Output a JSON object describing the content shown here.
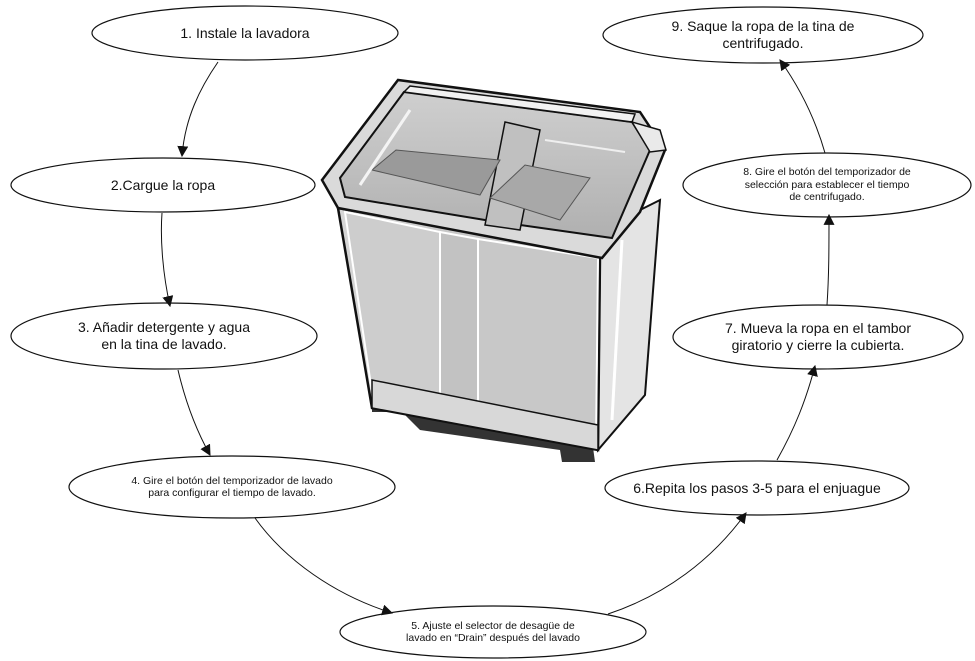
{
  "steps": [
    {
      "id": 1,
      "text": "1.  Instale la lavadora"
    },
    {
      "id": 2,
      "text": "2.Cargue la ropa"
    },
    {
      "id": 3,
      "text": "3. Añadir detergente y agua\nen la tina de lavado."
    },
    {
      "id": 4,
      "text": "4. Gire el botón del temporizador de lavado\npara configurar el tiempo de lavado."
    },
    {
      "id": 5,
      "text": "5. Ajuste el selector de desagüe de\nlavado en “Drain” después del lavado"
    },
    {
      "id": 6,
      "text": "6.Repita los pasos 3-5 para el enjuague"
    },
    {
      "id": 7,
      "text": "7. Mueva la ropa en el tambor\ngiratorio y cierre la cubierta."
    },
    {
      "id": 8,
      "text": "8. Gire el botón del temporizador de\nselección para establecer el tiempo\nde centrifugado."
    },
    {
      "id": 9,
      "text": "9. Saque la ropa de la tina de\ncentrifugado."
    }
  ],
  "flow": [
    [
      1,
      2
    ],
    [
      2,
      3
    ],
    [
      3,
      4
    ],
    [
      4,
      5
    ],
    [
      5,
      6
    ],
    [
      6,
      7
    ],
    [
      7,
      8
    ],
    [
      8,
      9
    ]
  ],
  "central_image": "twin-tub-washing-machine",
  "colors": {
    "line": "#111111",
    "machine_body": "#c8c8c8",
    "machine_lid": "#b4b4b4"
  }
}
